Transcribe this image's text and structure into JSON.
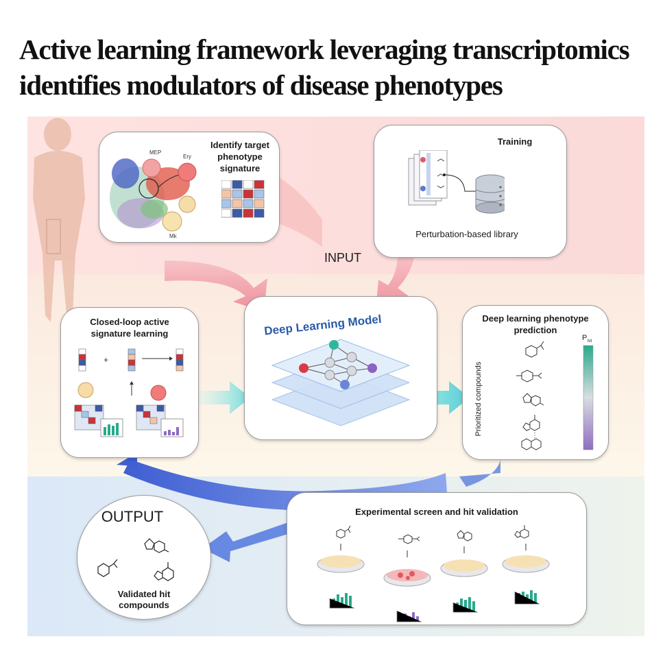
{
  "title": "Active learning framework leveraging transcriptomics identifies modulators of disease phenotypes",
  "input_label": "INPUT",
  "output_label": "OUTPUT",
  "identify": {
    "heading": "Identify target phenotype signature",
    "cell_labels": {
      "mep": "MEP",
      "ery": "Ery",
      "mk": "Mk"
    }
  },
  "training": {
    "heading": "Training",
    "library": "Perturbation-based library"
  },
  "model": {
    "title": "Deep Learning Model"
  },
  "closed_loop": {
    "heading": "Closed-loop active signature learning"
  },
  "prediction": {
    "heading": "Deep learning phenotype prediction",
    "axis_label": "Prioritized compounds",
    "p_hit": "P",
    "p_hit_sub": "hit",
    "ellipsis": "⋮"
  },
  "screen": {
    "heading": "Experimental screen and hit validation"
  },
  "validated": {
    "label": "Validated hit compounds"
  },
  "colors": {
    "red": "#c8343a",
    "blue": "#3c5aa8",
    "light_blue": "#a9c4e6",
    "peach": "#f3c5a8",
    "teal": "#2aa98c",
    "purple": "#8f6cc1",
    "cyan_arrow": "#7fe0df",
    "blue_arrow": "#4f6fd8",
    "pink_arrow": "#f0a0a8"
  },
  "icons": [
    "human-silhouette-icon",
    "umap-cluster-icon",
    "database-icon",
    "neural-network-icon",
    "petri-dish-icon",
    "bar-chart-icon",
    "molecule-icon"
  ]
}
